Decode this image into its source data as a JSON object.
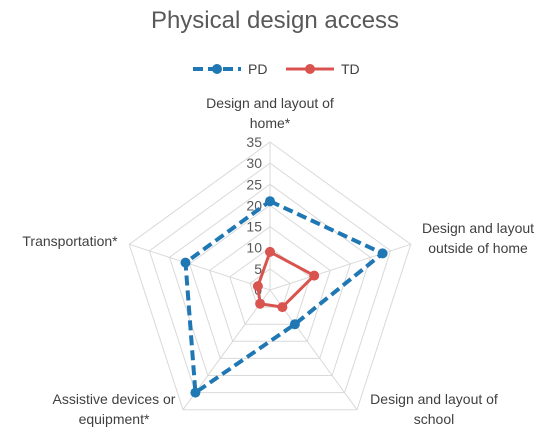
{
  "chart_data": {
    "type": "radar",
    "title": "Physical design access",
    "categories": [
      "Design and layout of home*",
      "Design and layout outside of home",
      "Design and layout of school",
      "Assistive devices or equipment*",
      "Transportation*"
    ],
    "category_lines": [
      [
        "Design and layout of",
        "home*"
      ],
      [
        "Design and layout",
        "outside of home"
      ],
      [
        "Design and layout of",
        "school"
      ],
      [
        "Assistive devices or",
        "equipment*"
      ],
      [
        "Transportation*"
      ]
    ],
    "series": [
      {
        "name": "PD",
        "values": [
          21,
          28,
          10,
          30,
          21
        ],
        "color": "#1f77b4",
        "line": "dashed",
        "marker": "circle"
      },
      {
        "name": "TD",
        "values": [
          9,
          11,
          5,
          4,
          3
        ],
        "color": "#d9534f",
        "line": "solid",
        "marker": "circle"
      }
    ],
    "ticks": [
      0,
      5,
      10,
      15,
      20,
      25,
      30,
      35
    ],
    "rlim": [
      0,
      35
    ],
    "grid": true,
    "legend_position": "top"
  }
}
